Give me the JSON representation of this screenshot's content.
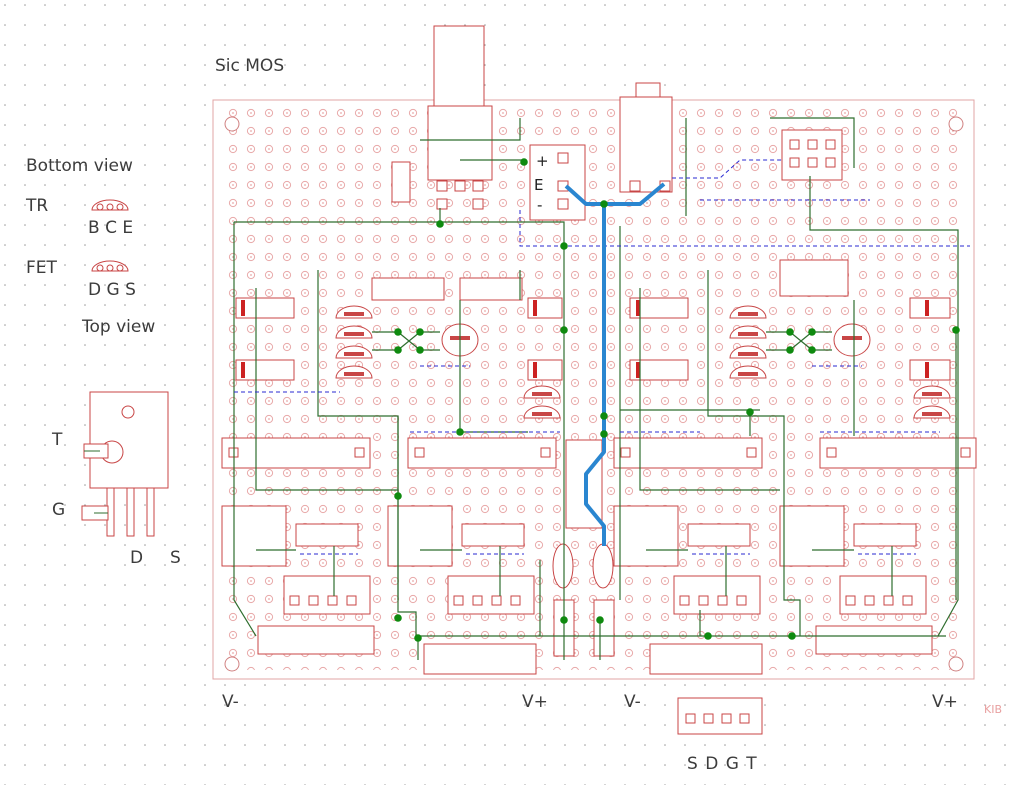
{
  "title": "Sic MOS",
  "legend": {
    "bottom_view": "Bottom view",
    "tr": "TR",
    "tr_pins": "B C E",
    "fet": "FET",
    "fet_pins": "D G S",
    "top_view": "Top view",
    "pkg_t": "T",
    "pkg_g": "G",
    "pkg_d": "D",
    "pkg_s": "S"
  },
  "board": {
    "plus": "+",
    "e_label": "E",
    "minus": "-",
    "power_left_neg": "V-",
    "power_left_pos": "V+",
    "power_right_neg": "V-",
    "power_right_pos": "V+",
    "connector_pins": "S D G T",
    "corner_tag": "KIB"
  },
  "colors": {
    "outline": "#c84646",
    "hole": "#e8a8a8",
    "wire": "#2f6e2f",
    "node": "#0f8a0f",
    "jumper": "#2a2ad2",
    "bus": "#2a86d0",
    "dot": "#9a9a9a"
  }
}
